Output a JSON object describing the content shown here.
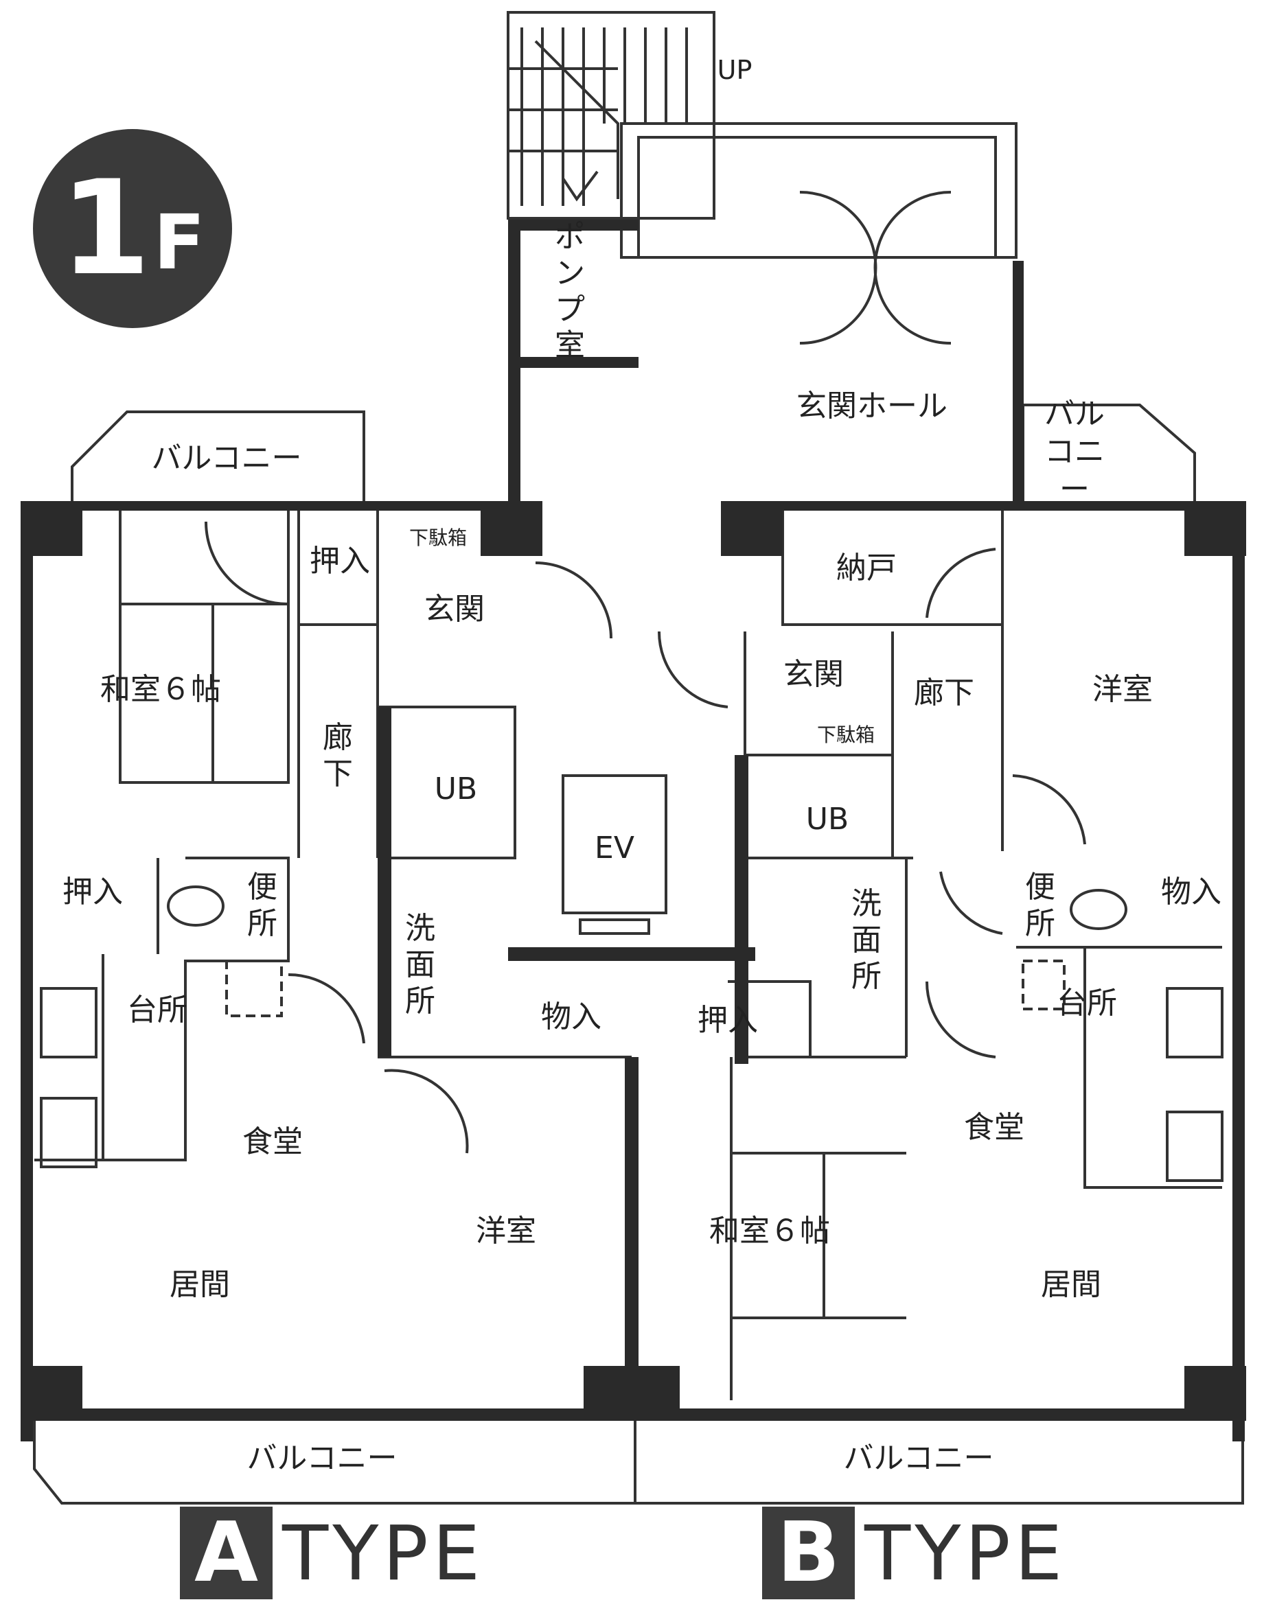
{
  "floor": {
    "number": "1",
    "unit": "F"
  },
  "labels": {
    "stairs_up": "UP",
    "pump_room": "ポンプ室",
    "entrance_hall": "玄関ホール",
    "elevator": "EV",
    "a_type": {
      "balcony_top": "バルコニー",
      "oshiire_top": "押入",
      "getabako": "下駄箱",
      "genkan": "玄関",
      "washitsu": "和室６帖",
      "corridor": "廊下",
      "unit_bath": "UB",
      "oshiire_left": "押入",
      "toilet": "便所",
      "washroom": "洗面所",
      "kitchen": "台所",
      "storage": "物入",
      "dining": "食堂",
      "western_room": "洋室",
      "living": "居間",
      "balcony_bottom": "バルコニー"
    },
    "b_type": {
      "balcony_top": "バルコニー",
      "nando": "納戸",
      "genkan": "玄関",
      "corridor": "廊下",
      "western_room": "洋室",
      "getabako": "下駄箱",
      "unit_bath": "UB",
      "washroom": "洗面所",
      "toilet": "便所",
      "storage": "物入",
      "oshiire": "押入",
      "kitchen": "台所",
      "dining": "食堂",
      "washitsu": "和室６帖",
      "living": "居間",
      "balcony_bottom": "バルコニー"
    }
  },
  "types": [
    {
      "letter": "A",
      "word": "TYPE"
    },
    {
      "letter": "B",
      "word": "TYPE"
    }
  ],
  "colors": {
    "wall": "#2a2a2a",
    "line": "#333333",
    "badge": "#3a3a3a"
  }
}
